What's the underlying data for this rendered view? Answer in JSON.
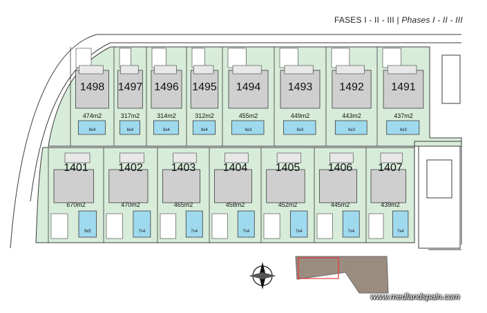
{
  "title": {
    "main": "FASES I - II - III",
    "separator": "|",
    "italic": "Phases I - II - III"
  },
  "watermark": "www.medlandspain.com",
  "colors": {
    "plot_green": "#d7ecd9",
    "line": "#3a3a3a",
    "pool": "#9fd9ee",
    "house": "#cfcfcf"
  },
  "compass": {
    "icon": "north-arrow-icon"
  },
  "locator_map": {
    "icon": "site-locator-map"
  },
  "plots_top": [
    {
      "id": "1498",
      "area": "474m2",
      "pool": "8x4"
    },
    {
      "id": "1497",
      "area": "317m2",
      "pool": "6x4"
    },
    {
      "id": "1496",
      "area": "314m2",
      "pool": "6x4"
    },
    {
      "id": "1495",
      "area": "312m2",
      "pool": "8x4"
    },
    {
      "id": "1494",
      "area": "455m2",
      "pool": "6x3"
    },
    {
      "id": "1493",
      "area": "449m2",
      "pool": "6x3"
    },
    {
      "id": "1492",
      "area": "443m2",
      "pool": "6x3"
    },
    {
      "id": "1491",
      "area": "437m2",
      "pool": "6x3"
    }
  ],
  "plots_bottom": [
    {
      "id": "1401",
      "area": "670m2",
      "pool": "9x5"
    },
    {
      "id": "1402",
      "area": "470m2",
      "pool": "7x4"
    },
    {
      "id": "1403",
      "area": "465m2",
      "pool": "7x4"
    },
    {
      "id": "1404",
      "area": "458m2",
      "pool": "7x4"
    },
    {
      "id": "1405",
      "area": "452m2",
      "pool": "7x4"
    },
    {
      "id": "1406",
      "area": "445m2",
      "pool": "7x4"
    },
    {
      "id": "1407",
      "area": "439m2",
      "pool": "7x4"
    }
  ]
}
